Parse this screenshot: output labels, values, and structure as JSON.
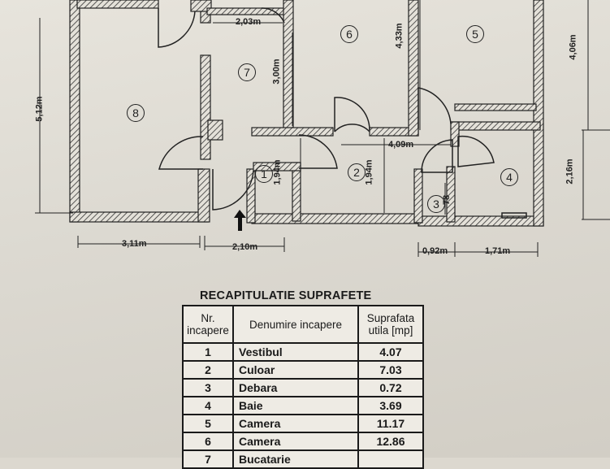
{
  "plan": {
    "dimensions": {
      "top_room7_width": "2,03m",
      "room6_height": "4,33m",
      "room5_height": "4,06m",
      "room7_height": "3,00m",
      "room8_height": "5,12m",
      "corridor_width": "4,09m",
      "room1_height": "1,94m",
      "room2_height": "1,94m",
      "room4_height": "2,16m",
      "room3_height": "78",
      "bottom_room8_width": "3,11m",
      "bottom_entry_width": "2,10m",
      "bottom_debara_width": "0,92m",
      "bottom_baie_width": "1,71m"
    },
    "rooms": [
      "1",
      "2",
      "3",
      "4",
      "5",
      "6",
      "7",
      "8"
    ]
  },
  "recap": {
    "title": "RECAPITULATIE SUPRAFETE",
    "headers": {
      "nr": "Nr.\nincapere",
      "name": "Denumire incapere",
      "area": "Suprafata\nutila [mp]"
    },
    "rows": [
      {
        "nr": "1",
        "name": "Vestibul",
        "area": "4.07"
      },
      {
        "nr": "2",
        "name": "Culoar",
        "area": "7.03"
      },
      {
        "nr": "3",
        "name": "Debara",
        "area": "0.72"
      },
      {
        "nr": "4",
        "name": "Baie",
        "area": "3.69"
      },
      {
        "nr": "5",
        "name": "Camera",
        "area": "11.17"
      },
      {
        "nr": "6",
        "name": "Camera",
        "area": "12.86"
      },
      {
        "nr": "7",
        "name": "Bucatarie",
        "area": ""
      }
    ]
  }
}
